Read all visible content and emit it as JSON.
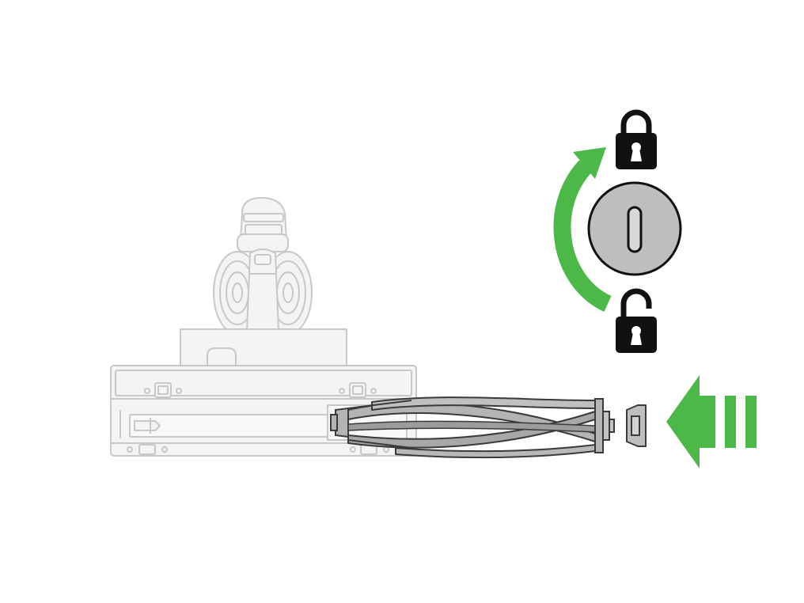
{
  "colors": {
    "background": "#ffffff",
    "accent_green": "#4cb848",
    "faded_outline": "#c8c8c8",
    "faded_fill": "#ececec",
    "brush_fill": "#b4b4b4",
    "brush_stroke": "#3a3a3a",
    "cap_fill": "#bebebe",
    "lock_black": "#111111"
  },
  "icons": {
    "locked": "padlock-closed-icon",
    "unlocked": "padlock-open-icon",
    "rotate": "curved-arrow-icon",
    "insert": "left-arrow-icon"
  },
  "diagram": {
    "steps": [
      {
        "name": "insert-brush-bar",
        "direction": "left"
      },
      {
        "name": "rotate-end-cap",
        "direction": "clockwise",
        "from": "unlocked",
        "to": "locked"
      }
    ]
  }
}
